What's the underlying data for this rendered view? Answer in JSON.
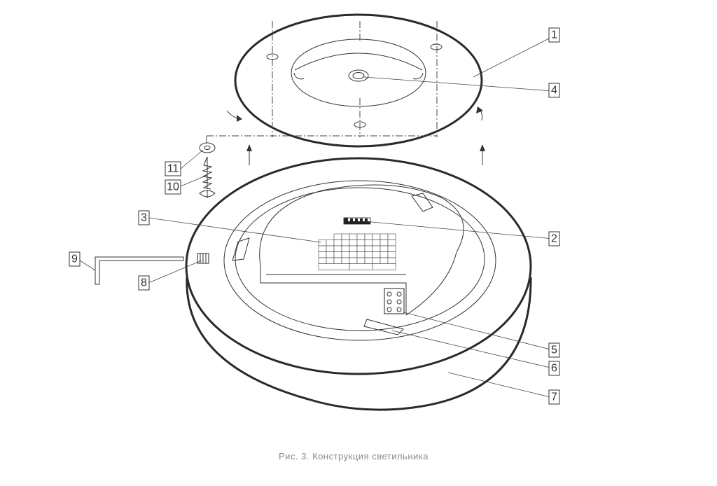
{
  "caption": "Рис. 3. Конструкция светильника",
  "callouts": [
    "1",
    "2",
    "3",
    "4",
    "5",
    "6",
    "7",
    "8",
    "9",
    "10",
    "11"
  ]
}
